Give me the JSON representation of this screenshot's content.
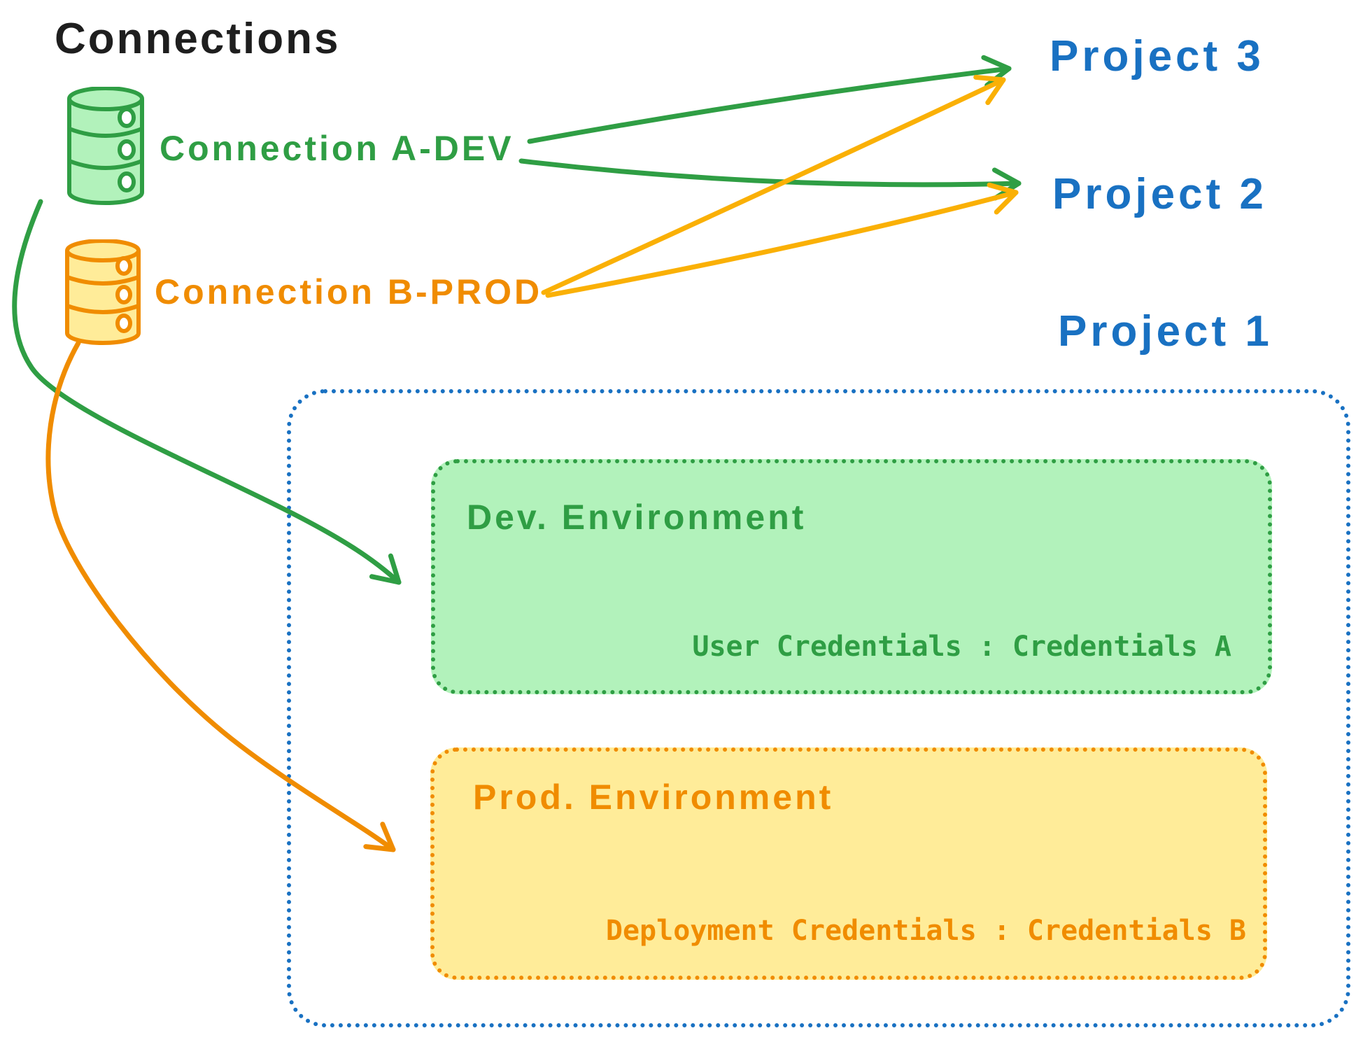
{
  "header": {
    "title": "Connections"
  },
  "palette": {
    "ink_black": "#1e1e1e",
    "blue": "#1971c2",
    "green": "#2f9e44",
    "green_fill": "#b2f2bb",
    "orange": "#f08c00",
    "orange_fill": "#ffec99",
    "arrow_gold": "#fab005",
    "background": "#ffffff"
  },
  "connections": [
    {
      "label": "Connection A-DEV",
      "icon": "database-icon",
      "color": "#2f9e44"
    },
    {
      "label": "Connection B-PROD",
      "icon": "database-icon",
      "color": "#f08c00"
    }
  ],
  "projects": [
    {
      "label": "Project 3"
    },
    {
      "label": "Project 2"
    },
    {
      "label": "Project 1"
    }
  ],
  "project1": {
    "environments": [
      {
        "title": "Dev. Environment",
        "credentials": "User Credentials : Credentials A",
        "color": "#2f9e44"
      },
      {
        "title": "Prod. Environment",
        "credentials": "Deployment Credentials : Credentials B",
        "color": "#f08c00"
      }
    ]
  },
  "edges": [
    {
      "from": "Connection A-DEV",
      "to": "Project 3",
      "style": "straight",
      "color": "#2f9e44"
    },
    {
      "from": "Connection A-DEV",
      "to": "Project 2",
      "style": "straight",
      "color": "#2f9e44"
    },
    {
      "from": "Connection B-PROD",
      "to": "Project 3",
      "style": "straight",
      "color": "#fab005"
    },
    {
      "from": "Connection B-PROD",
      "to": "Project 2",
      "style": "straight",
      "color": "#fab005"
    },
    {
      "from": "Connection A-DEV",
      "to": "Dev. Environment",
      "style": "curved",
      "color": "#2f9e44"
    },
    {
      "from": "Connection B-PROD",
      "to": "Prod. Environment",
      "style": "curved",
      "color": "#f08c00"
    }
  ]
}
